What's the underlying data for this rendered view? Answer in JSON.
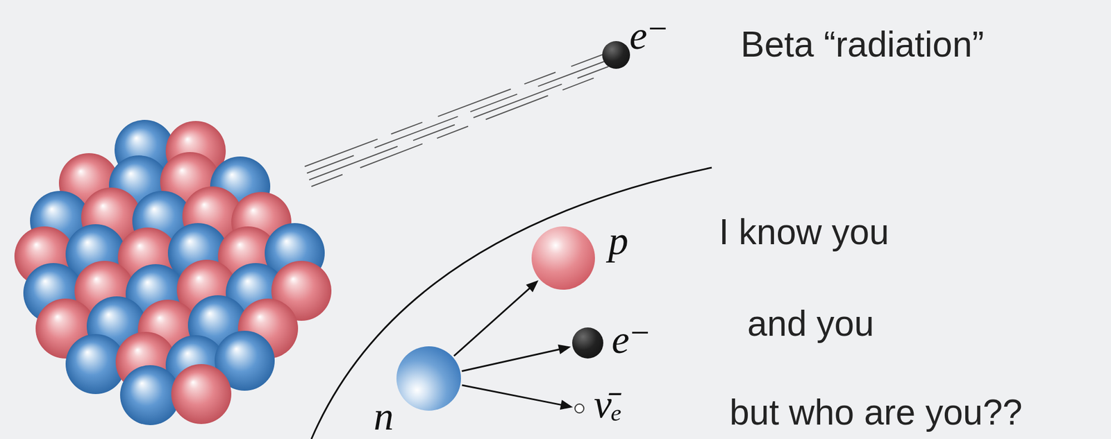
{
  "diagram": {
    "nodes": [
      {
        "text": [
          "e⁻"
        ]
      },
      {
        "text": [
          "p"
        ]
      },
      {
        "text": [
          "e⁻"
        ]
      },
      {
        "text": [
          "ν̄ₑ"
        ]
      },
      {
        "text": [
          "n"
        ]
      }
    ],
    "edges": [
      {
        "from": 4,
        "to": 1,
        "arrow": "to"
      },
      {
        "from": 4,
        "to": 2,
        "arrow": "to"
      },
      {
        "from": 4,
        "to": 3,
        "arrow": "to"
      }
    ],
    "labels": [
      "Beta “radiation”",
      "I know you",
      "and you",
      "but who are you??"
    ]
  }
}
